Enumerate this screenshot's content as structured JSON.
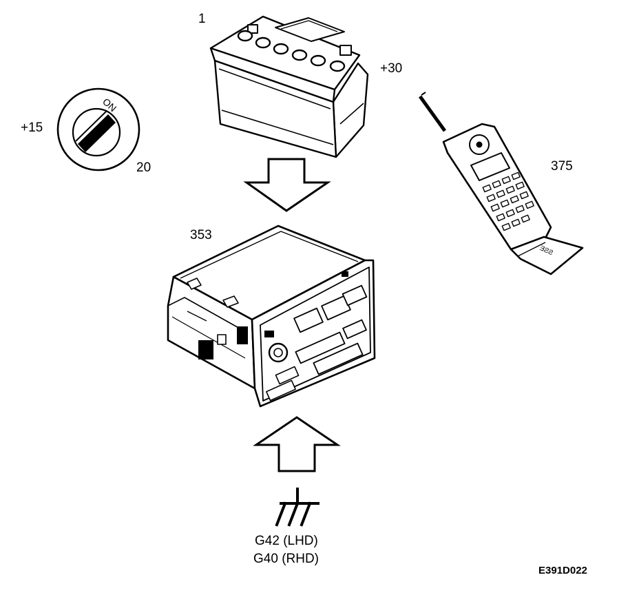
{
  "labels": {
    "battery_number": "1",
    "battery_terminal": "+30",
    "ignition_terminal": "+15",
    "ignition_number": "20",
    "ignition_on": "ON",
    "phone_number": "375",
    "phone_flap_text": "ƎƧƧ",
    "radio_number": "353",
    "ground_lhd": "G42 (LHD)",
    "ground_rhd": "G40 (RHD)",
    "figure_code": "E391D022"
  }
}
